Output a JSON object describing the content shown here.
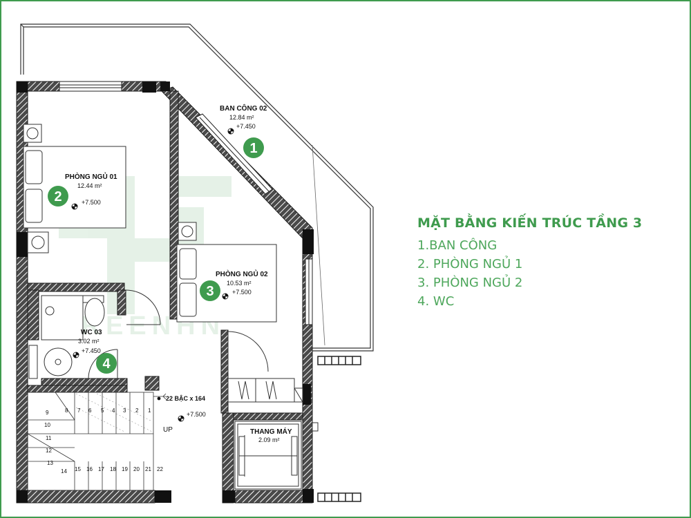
{
  "title": "MẶT BẰNG KIẾN TRÚC TẦNG 3",
  "legend": [
    "1.BAN CÔNG",
    "2. PHÒNG NGỦ 1",
    "3. PHÒNG NGỦ 2",
    "4. WC"
  ],
  "watermark": "GREENHN",
  "rooms": {
    "balcony": {
      "name": "BAN CÔNG 02",
      "area": "12.84 m²",
      "level": "+7.450"
    },
    "bedroom1": {
      "name": "PHÒNG NGỦ 01",
      "area": "12.44 m²",
      "level": "+7.500"
    },
    "bedroom2": {
      "name": "PHÒNG NGỦ 02",
      "area": "10.53 m²",
      "level": "+7.500"
    },
    "wc": {
      "name": "WC 03",
      "area": "3.02 m²",
      "level": "+7.450"
    },
    "stairs": {
      "name": "22 BẬC x 164",
      "level": "+7.500",
      "up": "UP"
    },
    "elevator": {
      "name": "THANG MÁY",
      "area": "2.09 m²"
    }
  },
  "markers": [
    "1",
    "2",
    "3",
    "4"
  ],
  "steps": [
    "1",
    "2",
    "3",
    "4",
    "5",
    "6",
    "7",
    "8",
    "9",
    "10",
    "11",
    "12",
    "13",
    "14",
    "15",
    "16",
    "17",
    "18",
    "19",
    "20",
    "21",
    "22"
  ],
  "colors": {
    "accent": "#3f9b4e",
    "legend_text": "#4ea75c",
    "wall": "#1a1a1a"
  }
}
